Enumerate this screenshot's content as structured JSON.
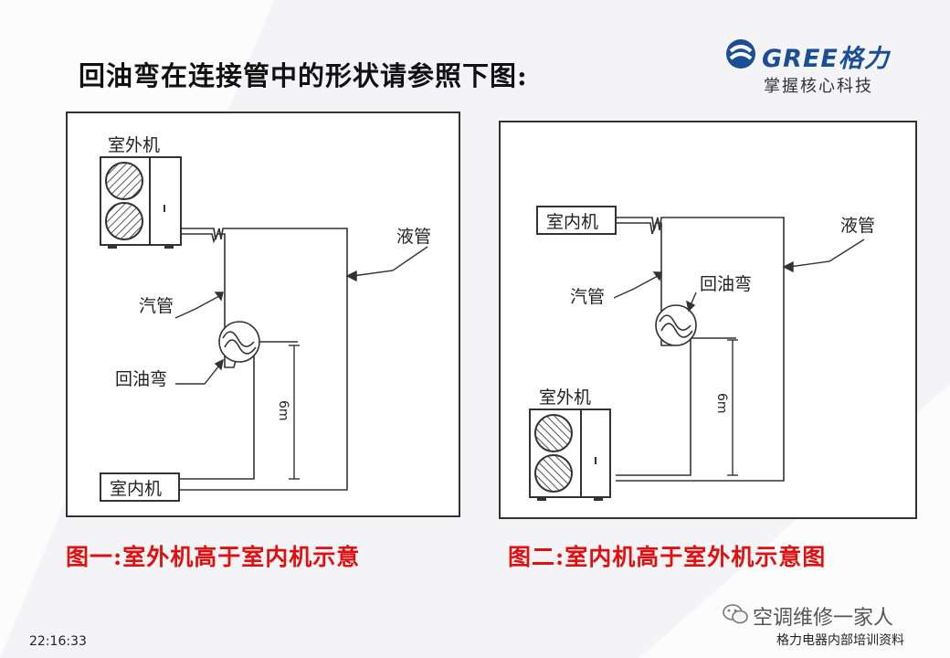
{
  "title": "回油弯在连接管中的形状请参照下图:",
  "logo": {
    "brand_text": "GREE格力",
    "slogan": "掌握核心科技",
    "brand_color": "#1a4f96"
  },
  "figure1": {
    "outdoor_unit": "室外机",
    "indoor_unit": "室内机",
    "liquid_pipe": "液管",
    "gas_pipe": "汽管",
    "oil_trap": "回油弯",
    "height": "6m",
    "caption": "图一:室外机高于室内机示意"
  },
  "figure2": {
    "indoor_unit": "室内机",
    "outdoor_unit": "室外机",
    "liquid_pipe": "液管",
    "gas_pipe": "汽管",
    "oil_trap": "回油弯",
    "height": "6m",
    "caption": "图二:室内机高于室外机示意图"
  },
  "caption_color": "#e01010",
  "timestamp": "22:16:33",
  "watermark": "空调维修一家人",
  "footer_note": "格力电器内部培训资料"
}
